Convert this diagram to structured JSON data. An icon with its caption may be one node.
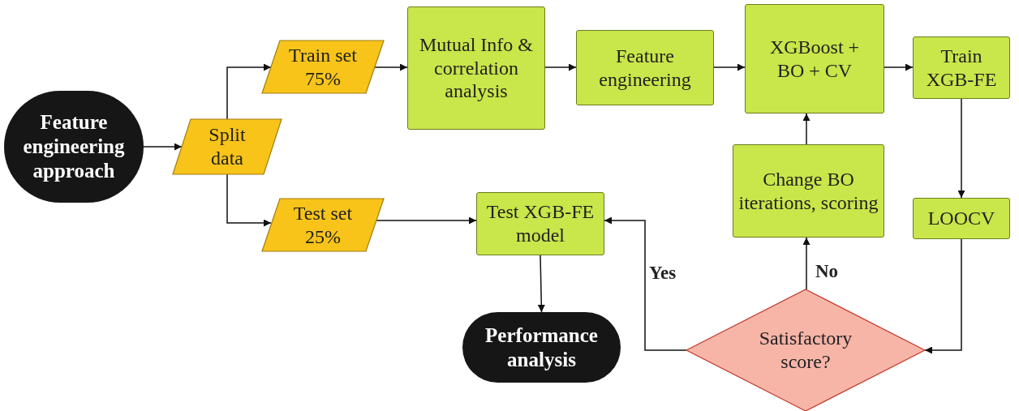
{
  "diagram": {
    "nodes": [
      {
        "text": [
          "Feature engineering approach"
        ]
      },
      {
        "text": [
          "Split data"
        ]
      },
      {
        "text": [
          "Train set 75%"
        ]
      },
      {
        "text": [
          "Test set 25%"
        ]
      },
      {
        "text": [
          "Mutual Info & correlation analysis"
        ]
      },
      {
        "text": [
          "Feature engineering"
        ]
      },
      {
        "text": [
          "XGBoost + BO + CV"
        ]
      },
      {
        "text": [
          "Train XGB-FE"
        ]
      },
      {
        "text": [
          "Change BO iterations, scoring"
        ]
      },
      {
        "text": [
          "LOOCV"
        ]
      },
      {
        "text": [
          "Test XGB-FE model"
        ]
      },
      {
        "text": [
          "Performance analysis"
        ]
      },
      {
        "text": [
          "Satisfactory score?"
        ]
      }
    ],
    "edges": [
      {
        "from": 0,
        "to": 1,
        "arrow": "to"
      },
      {
        "from": 1,
        "to": 2,
        "arrow": "to"
      },
      {
        "from": 1,
        "to": 3,
        "arrow": "to"
      },
      {
        "from": 2,
        "to": 4,
        "arrow": "to"
      },
      {
        "from": 4,
        "to": 5,
        "arrow": "to"
      },
      {
        "from": 5,
        "to": 6,
        "arrow": "to"
      },
      {
        "from": 6,
        "to": 7,
        "arrow": "to"
      },
      {
        "from": 7,
        "to": 9,
        "arrow": "to"
      },
      {
        "from": 9,
        "to": 12,
        "arrow": "to"
      },
      {
        "from": 12,
        "to": 8,
        "arrow": "to",
        "label": "No"
      },
      {
        "from": 8,
        "to": 6,
        "arrow": "to"
      },
      {
        "from": 12,
        "to": 10,
        "arrow": "to",
        "label": "Yes"
      },
      {
        "from": 3,
        "to": 10,
        "arrow": "to"
      },
      {
        "from": 10,
        "to": 11,
        "arrow": "to"
      }
    ]
  }
}
